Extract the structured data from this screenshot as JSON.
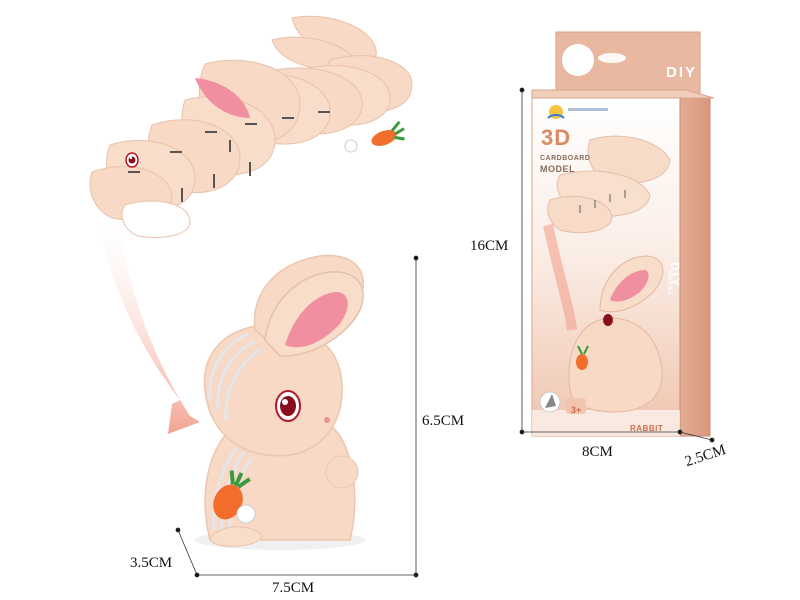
{
  "dimensions": {
    "box_height": "16CM",
    "box_width": "8CM",
    "box_depth": "2.5CM",
    "model_height": "6.5CM",
    "model_width": "7.5CM",
    "model_depth": "3.5CM"
  },
  "package": {
    "title_3d": "3D",
    "subtitle_line1": "CARDBOARD",
    "subtitle_line2": "MODEL",
    "diy_label": "DIY",
    "side_diy_label": "DIY",
    "side_model_label": "MODEL",
    "product_name": "RABBIT",
    "age_badge": "3+"
  },
  "colors": {
    "rabbit_body": "#f7d9c5",
    "rabbit_layer": "#eef0f2",
    "ear_inner": "#f08fa0",
    "arrow_pink": "#f1a18a",
    "box_accent": "#e7b49e",
    "box_accent_dark": "#d89a7e",
    "carrot": "#f26c2b",
    "carrot_leaf": "#3d9a3c"
  },
  "icons": [
    "rabbit-icon",
    "carrot-icon",
    "curved-arrow-icon",
    "brand-logo-icon",
    "age-badge-icon"
  ]
}
